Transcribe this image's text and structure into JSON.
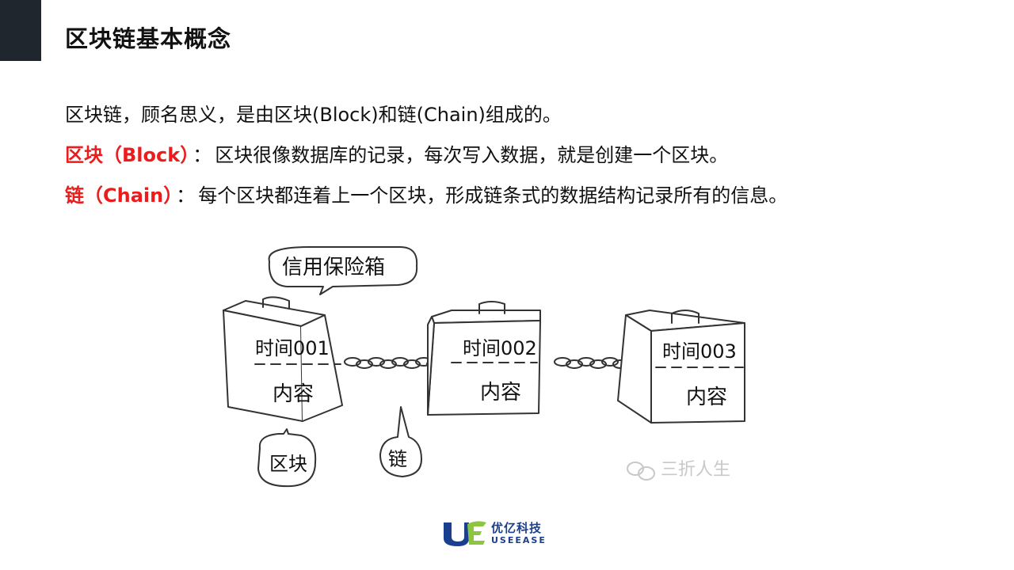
{
  "header": {
    "title": "区块链基本概念"
  },
  "content": {
    "intro": "区块链，顾名思义，是由区块(Block)和链(Chain)组成的。",
    "block_term": "区块（Block）",
    "block_desc": "区块很像数据库的记录，每次写入数据，就是创建一个区块。",
    "chain_term": "链（Chain）",
    "chain_desc": "每个区块都连着上一个区块，形成链条式的数据结构记录所有的信息。",
    "separator": "："
  },
  "diagram": {
    "bubble_top": "信用保险箱",
    "boxes": [
      {
        "time": "时间001",
        "content": "内容"
      },
      {
        "time": "时间002",
        "content": "内容"
      },
      {
        "time": "时间003",
        "content": "内容"
      }
    ],
    "bubble_block": "区块",
    "bubble_chain": "链",
    "watermark": "三折人生"
  },
  "logo": {
    "cn": "优亿科技",
    "en": "USEEASE",
    "colors": {
      "blue": "#1b3f8f",
      "green": "#8cc63f"
    }
  },
  "colors": {
    "accent": "#ec1c1c",
    "corner": "#1f262e"
  }
}
